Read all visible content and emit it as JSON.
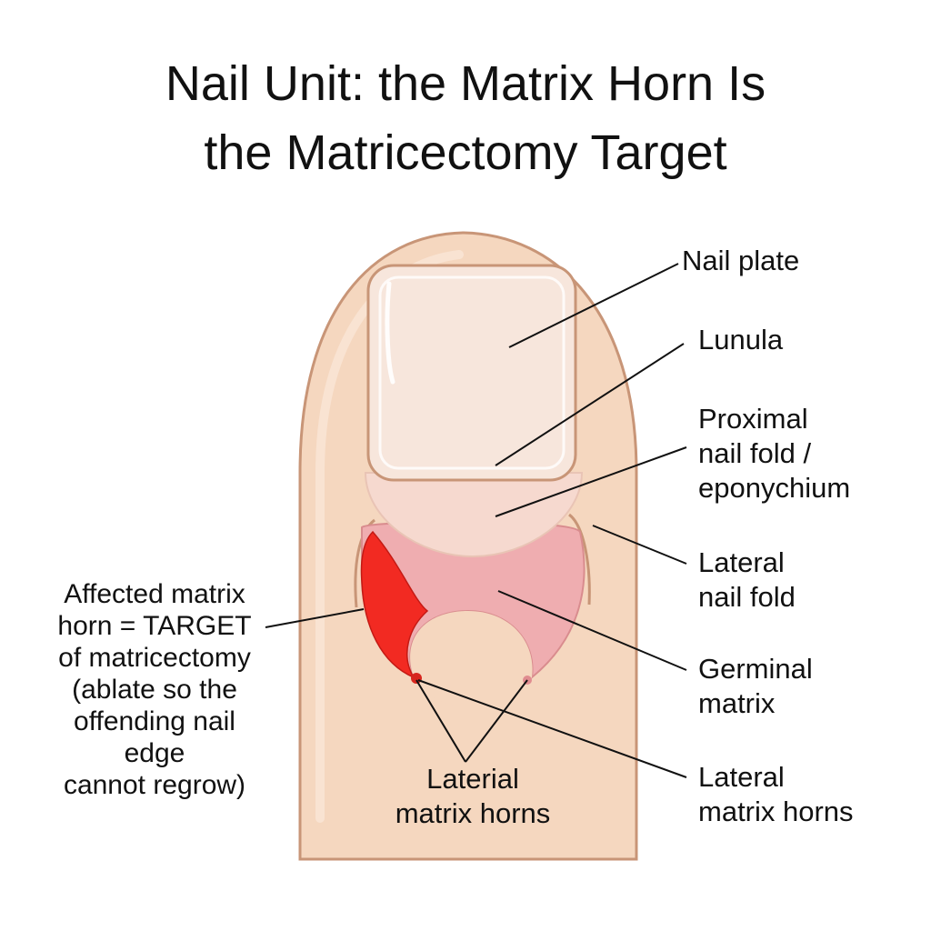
{
  "title": {
    "line1": "Nail Unit: the Matrix Horn Is",
    "line2": "the Matricectomy Target"
  },
  "labels": {
    "nail_plate": "Nail plate",
    "lunula": "Lunula",
    "proximal_fold": [
      "Proximal",
      "nail fold /",
      "eponychium"
    ],
    "lateral_fold": [
      "Lateral",
      "nail fold"
    ],
    "germinal_matrix": [
      "Germinal",
      "matrix"
    ],
    "lateral_horns_right": [
      "Lateral",
      "matrix horns"
    ],
    "lateral_horns_center": [
      "Laterial",
      "matrix horns"
    ],
    "affected_horn": [
      "Affected matrix",
      "horn = TARGET",
      "of matricectomy",
      "(ablate so the",
      "offending nail",
      "edge",
      "cannot regrow)"
    ]
  },
  "colors": {
    "skin": "#f5d7bf",
    "skin_outline": "#c89577",
    "nail_plate": "#f7e6dc",
    "lunula": "#f6d9cf",
    "germinal_matrix": "#efadb0",
    "affected_horn": "#f22a22",
    "leader_line": "#111111"
  }
}
